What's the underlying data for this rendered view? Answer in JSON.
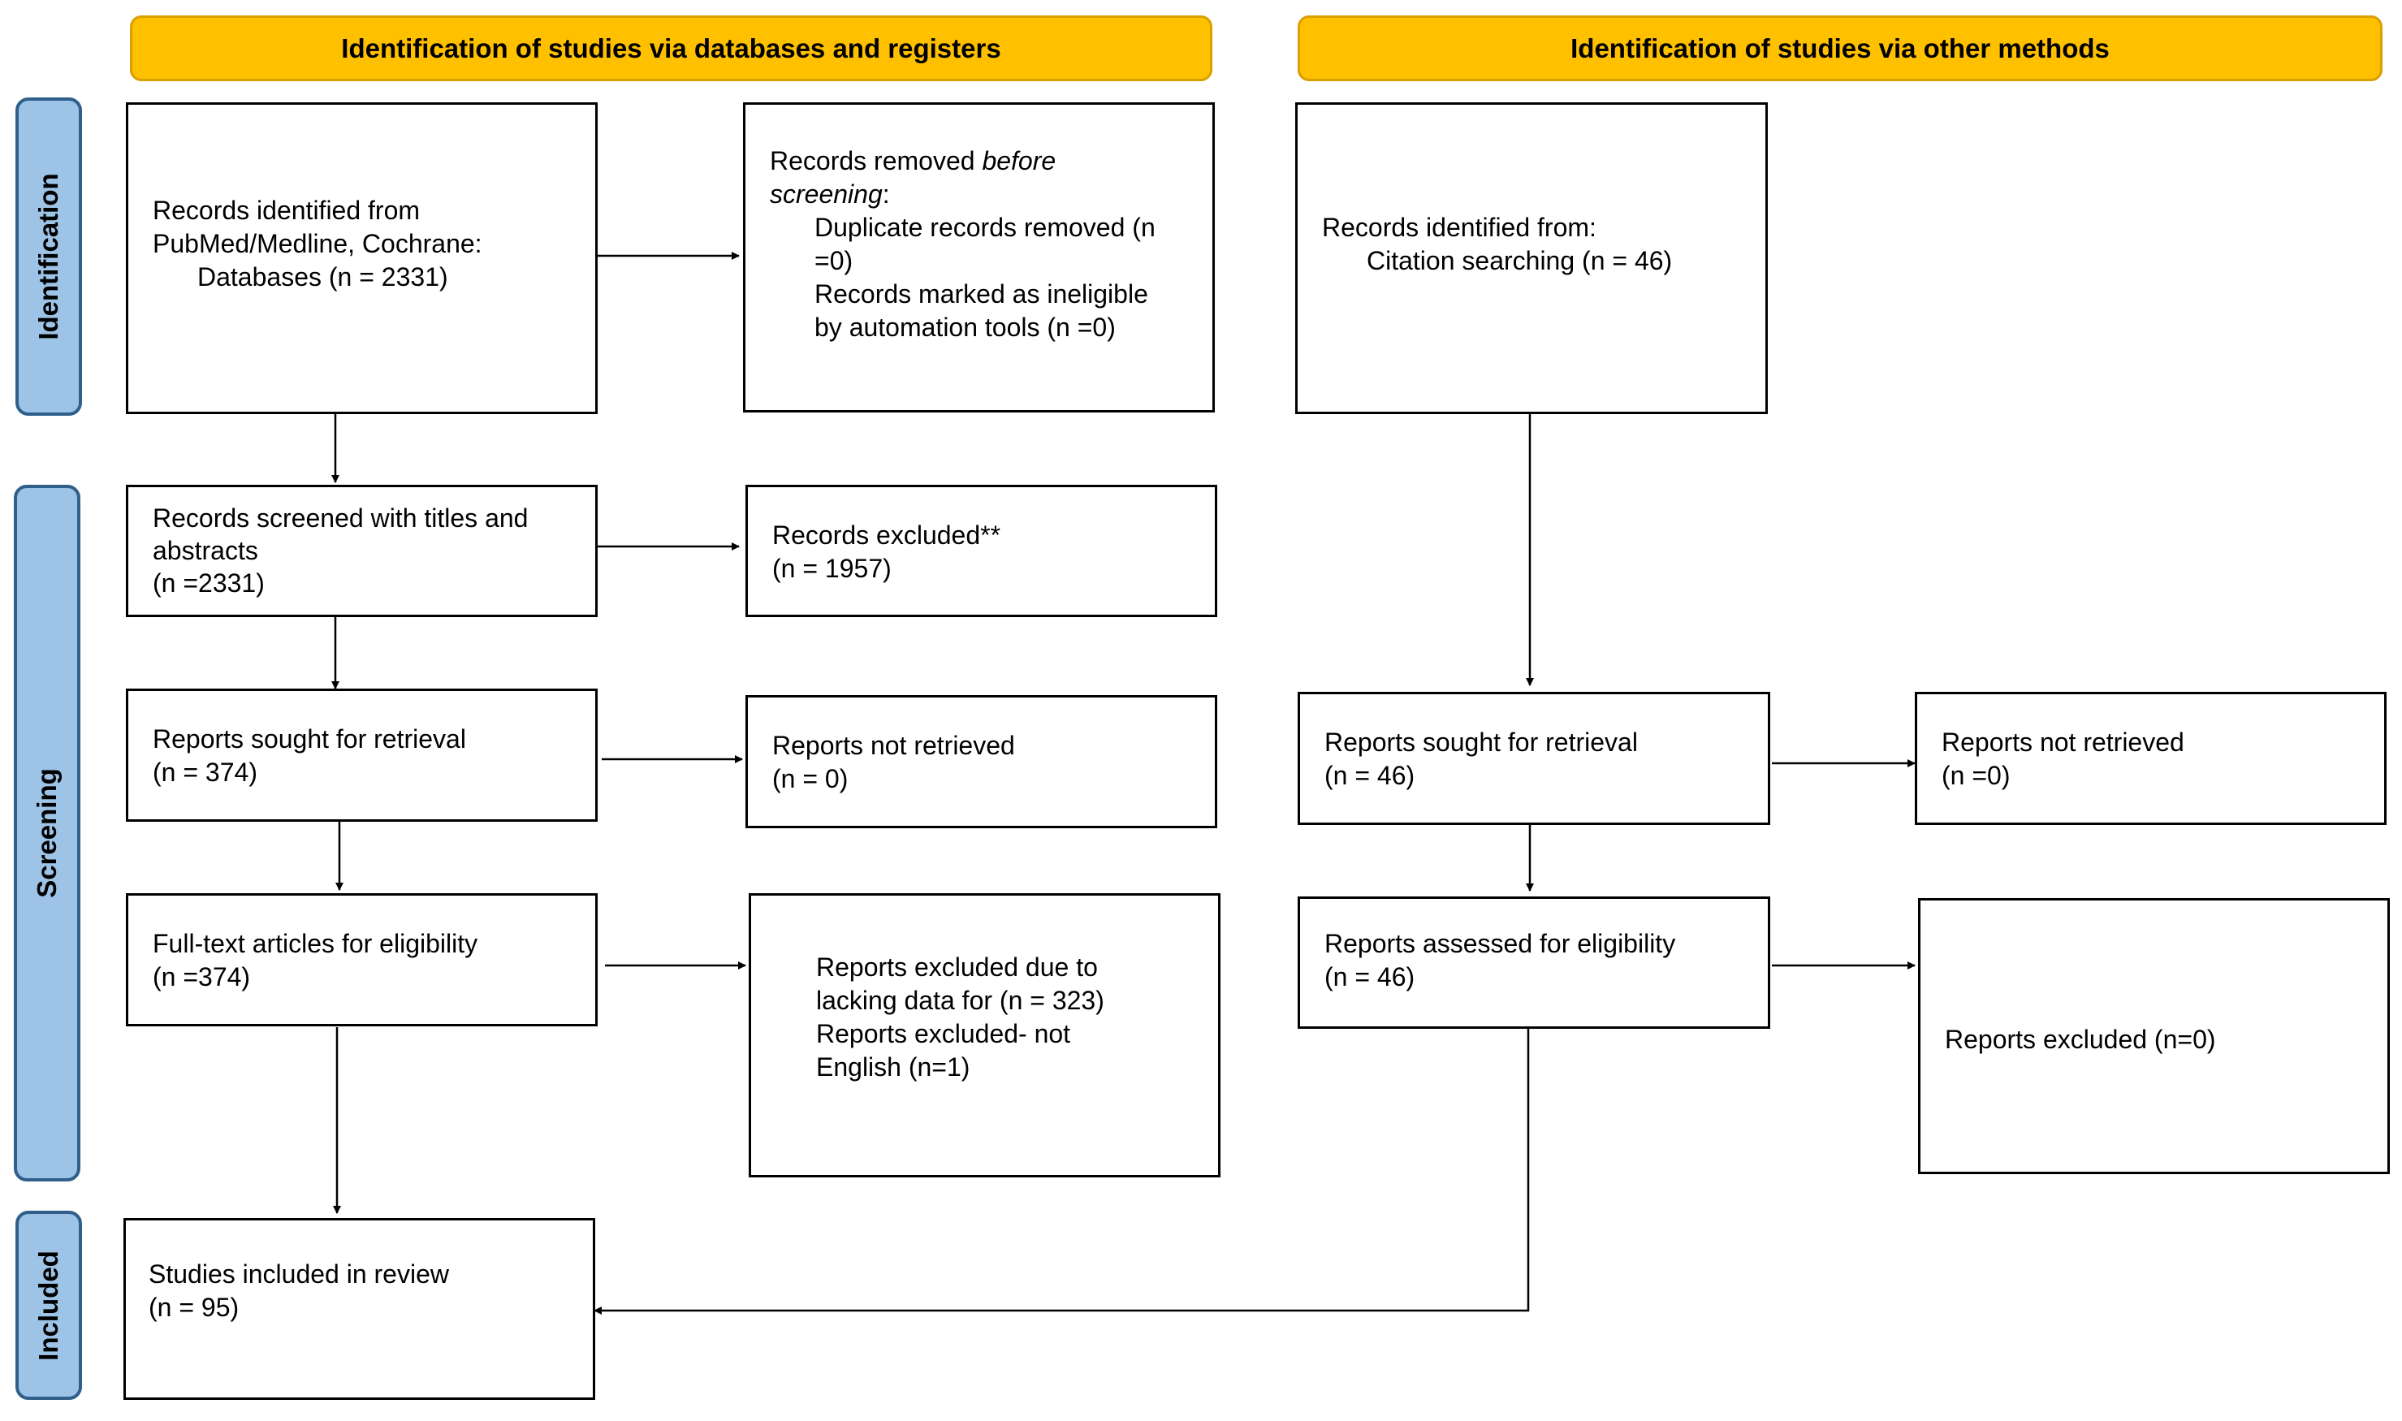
{
  "headers": {
    "databases": "Identification of studies via databases and registers",
    "other": "Identification of studies via other methods"
  },
  "phases": {
    "identification": "Identification",
    "screening": "Screening",
    "included": "Included"
  },
  "colors": {
    "header_fill": "#ffc000",
    "phase_fill": "#9dc3e6",
    "phase_border": "#2f5f8a",
    "line": "#000000"
  },
  "boxes": {
    "records_identified": {
      "line1": "Records identified from",
      "line2": "PubMed/Medline, Cochrane:",
      "line3": "Databases (n = 2331)"
    },
    "records_removed": {
      "prefix": "Records removed ",
      "italic1": "before",
      "italic2": "screening",
      "suffix": ":",
      "item1_line1": "Duplicate records removed (n",
      "item1_line2": "=0)",
      "item2_line1": "Records marked as ineligible",
      "item2_line2": "by automation tools (n =0)"
    },
    "other_identified": {
      "line1": "Records identified from:",
      "line2": "Citation searching (n = 46)"
    },
    "records_screened": {
      "line1": "Records screened with titles and",
      "line2": "abstracts",
      "line3": "(n =2331)"
    },
    "records_excluded": {
      "line1": "Records excluded**",
      "line2": "(n = 1957)"
    },
    "reports_sought": {
      "line1": "Reports sought for retrieval",
      "line2": "(n = 374)"
    },
    "reports_not_retrieved": {
      "line1": "Reports not retrieved",
      "line2": "(n = 0)"
    },
    "other_reports_sought": {
      "line1": "Reports sought for retrieval",
      "line2": "(n = 46)"
    },
    "other_reports_not_retrieved": {
      "line1": "Reports not retrieved",
      "line2": "(n =0)"
    },
    "fulltext": {
      "line1": "Full-text articles for eligibility",
      "line2": "(n =374)"
    },
    "reports_excluded": {
      "line1": "Reports excluded due to",
      "line2": "lacking data for (n = 323)",
      "line3": "Reports excluded- not",
      "line4": "English (n=1)"
    },
    "other_assessed": {
      "line1": "Reports assessed for eligibility",
      "line2": "(n = 46)"
    },
    "other_reports_excluded": {
      "line1": "Reports excluded (n=0)"
    },
    "studies_included": {
      "line1": "Studies included in review",
      "line2": "(n = 95)"
    }
  }
}
